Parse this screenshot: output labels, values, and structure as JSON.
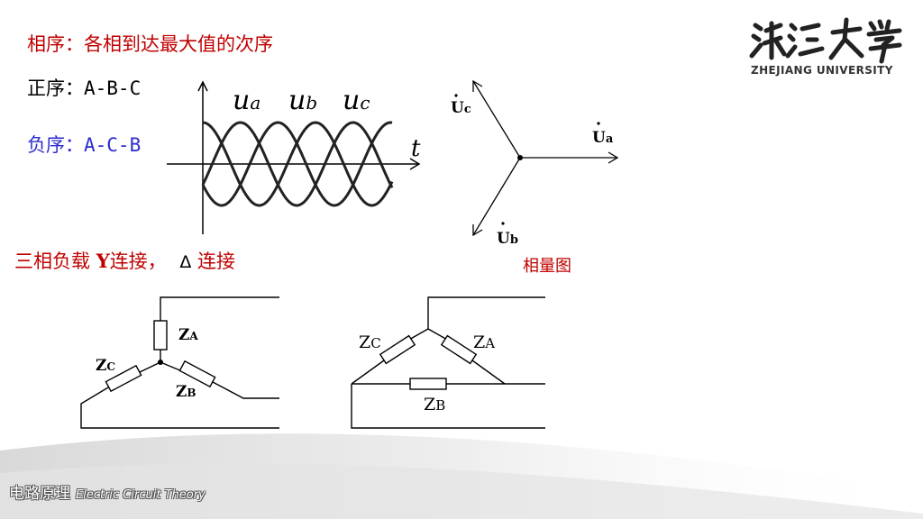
{
  "slide": {
    "phase_sequence_title": "相序：各相到达最大值的次序",
    "positive_prefix": "正序：",
    "positive_sequence": "A-B-C",
    "negative_prefix": "负序：",
    "negative_sequence": "A-C-B",
    "load_prefix": "三相负载 ",
    "load_y": "Y",
    "load_y_suffix": "连接，",
    "load_delta": "Δ",
    "load_delta_suffix": " 连接",
    "phasor_caption": "相量图"
  },
  "waveform": {
    "ua": "u",
    "ua_sub": "a",
    "ub": "u",
    "ub_sub": "b",
    "uc": "u",
    "uc_sub": "c",
    "t_label": "t"
  },
  "phasor": {
    "uc": "U",
    "uc_sub": "c",
    "ua": "U",
    "ua_sub": "a",
    "ub": "U",
    "ub_sub": "b"
  },
  "y_circuit": {
    "za": "Z",
    "za_sub": "A",
    "zb": "Z",
    "zb_sub": "B",
    "zc": "Z",
    "zc_sub": "C"
  },
  "delta_circuit": {
    "zc": "Z",
    "zc_sub": "C",
    "za": "Z",
    "za_sub": "A",
    "zb": "Z",
    "zb_sub": "B"
  },
  "logo": {
    "name_cn": "浙江大学",
    "name_en": "ZHEJIANG UNIVERSITY"
  },
  "footer": {
    "course_cn": "电路原理",
    "course_en": "Electric Circuit Theory"
  },
  "colors": {
    "red": "#c00000",
    "blue": "#2c2ccc",
    "black": "#000000"
  }
}
